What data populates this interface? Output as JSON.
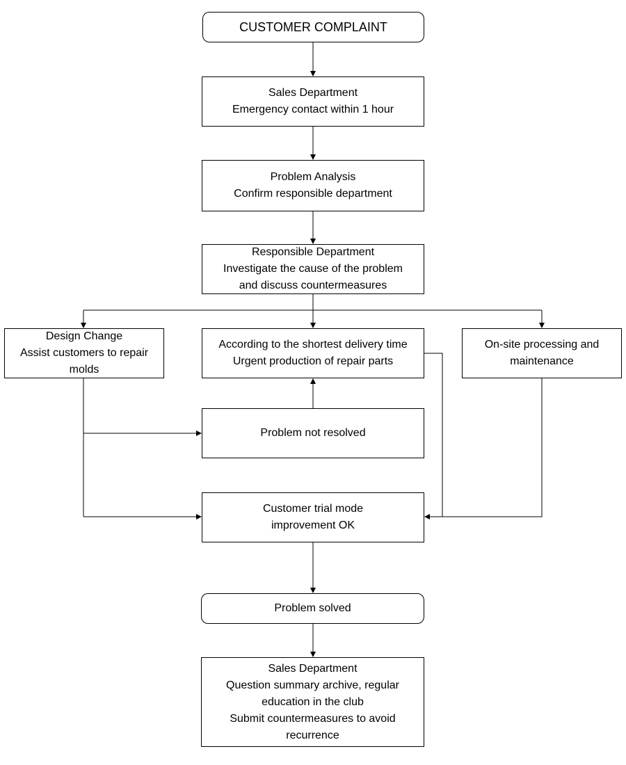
{
  "nodes": {
    "complaint": "CUSTOMER COMPLAINT",
    "sales_contact": [
      "Sales Department",
      "Emergency contact within 1 hour"
    ],
    "problem_analysis": [
      "Problem Analysis",
      "Confirm responsible department"
    ],
    "responsible_department": [
      "Responsible Department",
      "Investigate the cause of the problem",
      "and discuss countermeasures"
    ],
    "design_change": [
      "Design Change",
      "Assist customers to repair",
      "molds"
    ],
    "urgent_production": [
      "According to the shortest delivery time",
      "Urgent production of repair parts"
    ],
    "onsite_processing": [
      "On-site processing and",
      "maintenance"
    ],
    "problem_not_resolved": "Problem not resolved",
    "customer_trial": [
      "Customer trial mode",
      "improvement OK"
    ],
    "problem_solved": "Problem solved",
    "sales_summary": [
      "Sales Department",
      "Question summary archive, regular",
      "education in the club",
      "Submit countermeasures to avoid",
      "recurrence"
    ]
  },
  "colors": {
    "line": "#000000",
    "box_border": "#000000",
    "box_fill": "#ffffff",
    "text": "#000000"
  }
}
